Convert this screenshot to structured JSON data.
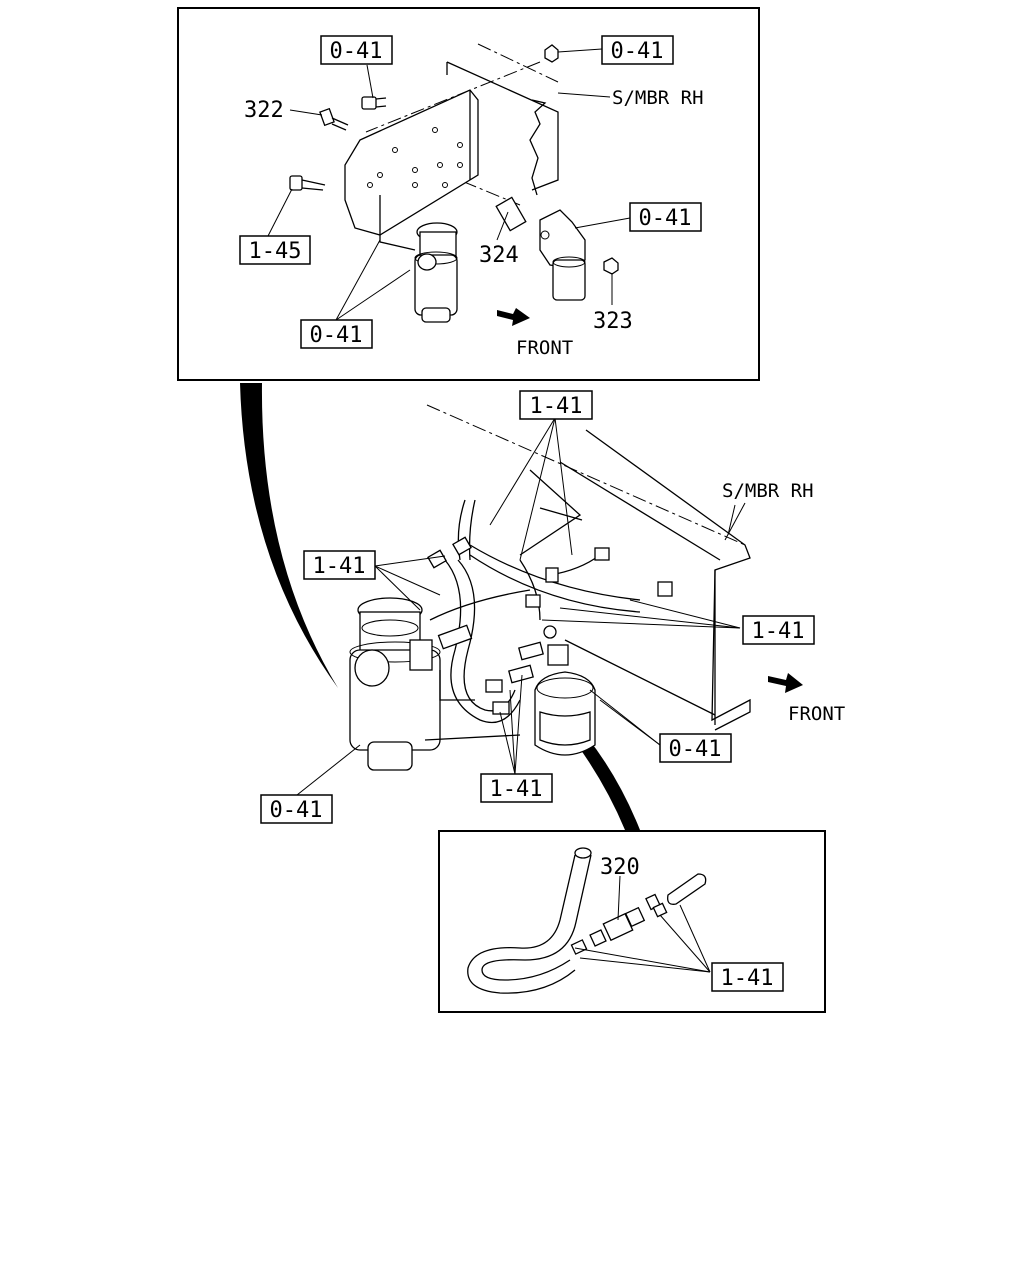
{
  "callouts": {
    "top_left_041": "0-41",
    "top_right_041": "0-41",
    "num_322": "322",
    "smbr_top": "S/MBR RH",
    "label_145": "1-45",
    "mid_041": "0-41",
    "num_324": "324",
    "num_323": "323",
    "bottom_left_041_inset": "0-41",
    "front_top": "FRONT",
    "main_141_top": "1-41",
    "smbr_main": "S/MBR RH",
    "main_141_left": "1-41",
    "main_141_right": "1-41",
    "front_main": "FRONT",
    "main_041_right": "0-41",
    "main_141_bottom": "1-41",
    "main_041_left": "0-41",
    "num_320": "320",
    "inset_141": "1-41"
  }
}
